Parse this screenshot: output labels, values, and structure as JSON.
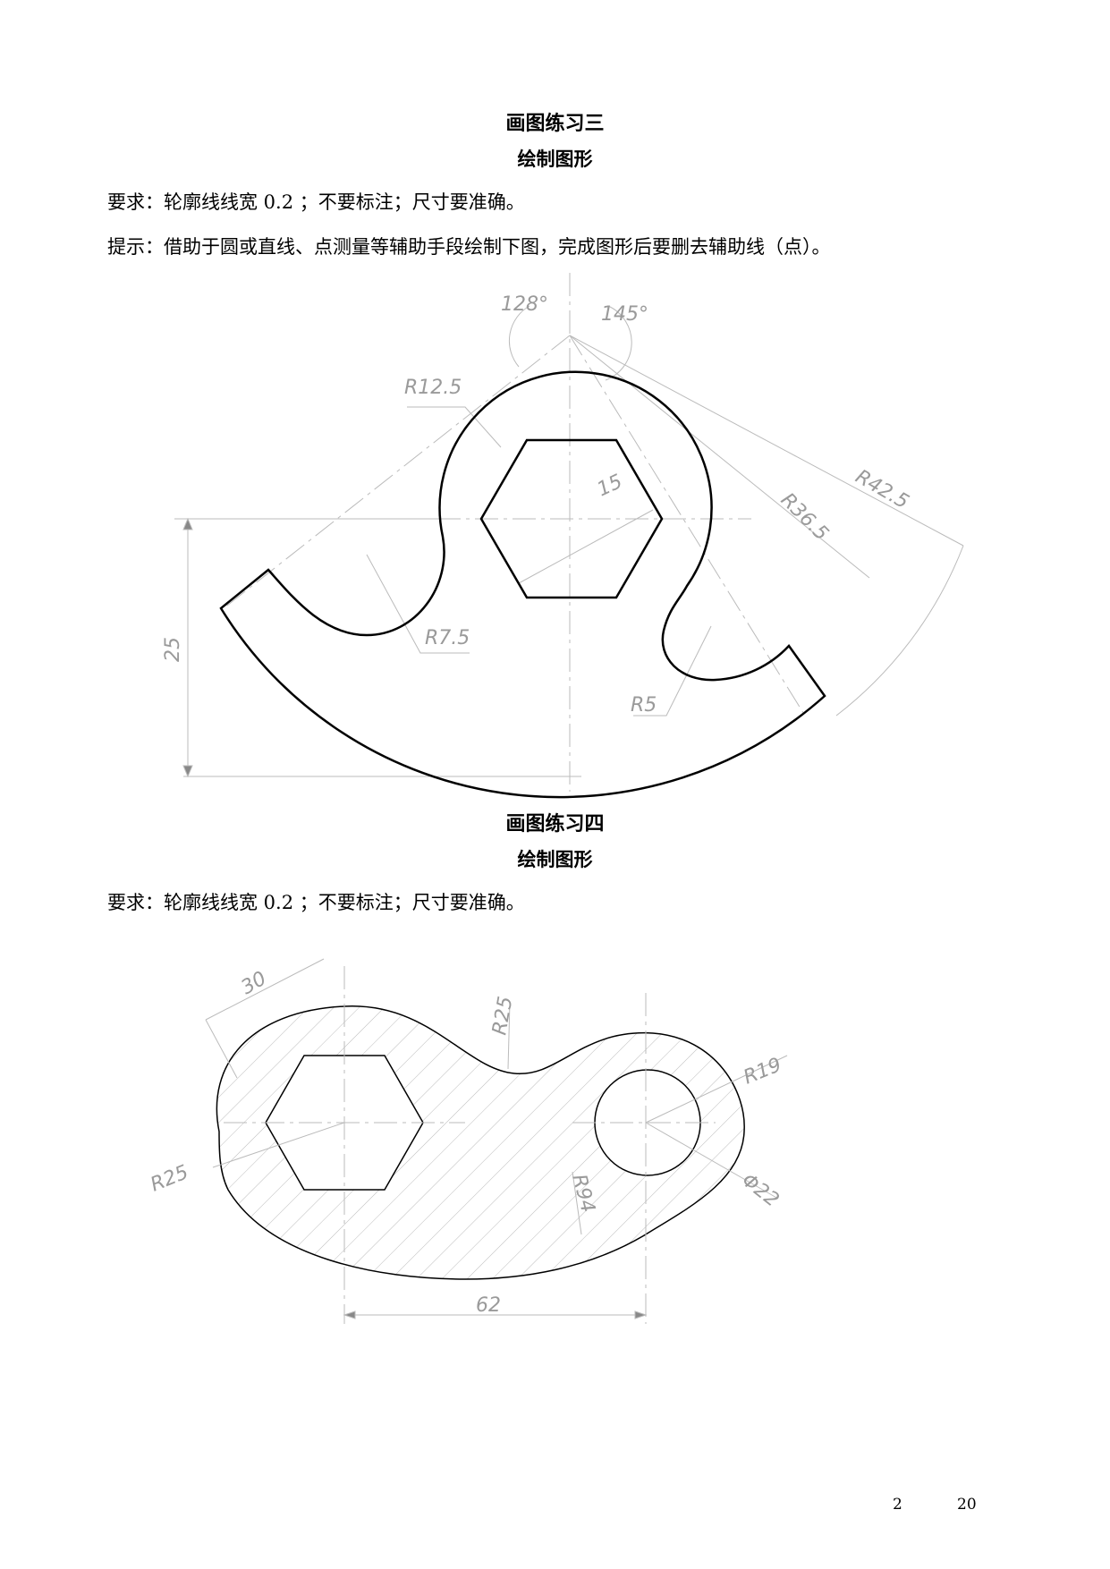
{
  "ex3": {
    "title": "画图练习三",
    "subtitle": "绘制图形",
    "requirement": "要求：轮廓线线宽 0.2 ；不要标注；尺寸要准确。",
    "hint": "提示：借助于圆或直线、点测量等辅助手段绘制下图，完成图形后要删去辅助线（点）。",
    "dims": {
      "angle_left": "128°",
      "angle_right": "145°",
      "r_top": "R12.5",
      "hex": "15",
      "r_big": "R42.5",
      "r_mid": "R36.5",
      "r_left": "R7.5",
      "r_small": "R5",
      "height": "25"
    }
  },
  "ex4": {
    "title": "画图练习四",
    "subtitle": "绘制图形",
    "requirement": "要求：轮廓线线宽 0.2 ；不要标注；尺寸要准确。",
    "dims": {
      "top_len": "30",
      "r_top": "R25",
      "r_right": "R19",
      "r_left": "R25",
      "r_bottom": "R94",
      "diameter": "Φ22",
      "width": "62"
    }
  },
  "footer": {
    "page": "2",
    "total": "20"
  }
}
